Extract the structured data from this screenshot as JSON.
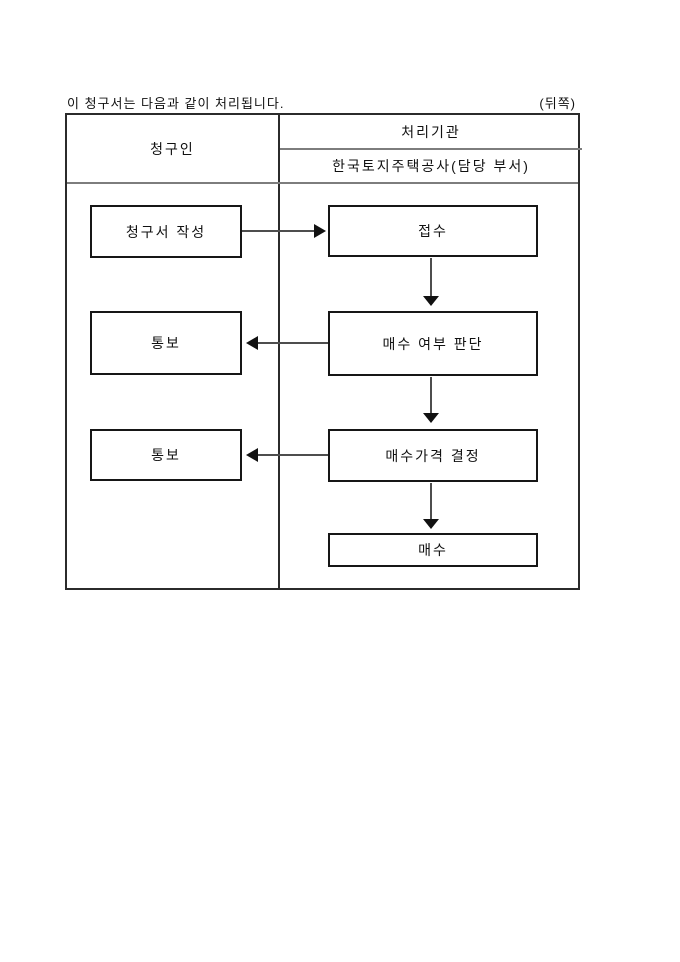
{
  "page": {
    "title": "이 청구서는 다음과 같이 처리됩니다.",
    "side_note": "(뒤쪽)"
  },
  "table": {
    "col_left_header": "청구인",
    "col_right_header": "처리기관",
    "col_right_subheader": "한국토지주택공사(담당 부서)"
  },
  "flowchart": {
    "nodes": [
      {
        "id": "write-request",
        "label": "청구서 작성",
        "column": "청구인",
        "row": 1
      },
      {
        "id": "receipt",
        "label": "접수",
        "column": "처리기관",
        "row": 1
      },
      {
        "id": "notify-1",
        "label": "통보",
        "column": "청구인",
        "row": 2
      },
      {
        "id": "judge-purchase",
        "label": "매수 여부 판단",
        "column": "처리기관",
        "row": 2
      },
      {
        "id": "notify-2",
        "label": "통보",
        "column": "청구인",
        "row": 3
      },
      {
        "id": "decide-price",
        "label": "매수가격 결정",
        "column": "처리기관",
        "row": 3
      },
      {
        "id": "purchase",
        "label": "매수",
        "column": "처리기관",
        "row": 4
      }
    ],
    "edges": [
      {
        "from": "write-request",
        "to": "receipt",
        "direction": "right"
      },
      {
        "from": "receipt",
        "to": "judge-purchase",
        "direction": "down"
      },
      {
        "from": "judge-purchase",
        "to": "notify-1",
        "direction": "left"
      },
      {
        "from": "judge-purchase",
        "to": "decide-price",
        "direction": "down"
      },
      {
        "from": "decide-price",
        "to": "notify-2",
        "direction": "left"
      },
      {
        "from": "decide-price",
        "to": "purchase",
        "direction": "down"
      }
    ]
  },
  "colors": {
    "background": "#ffffff",
    "border_outer": "#2b2b2b",
    "border_node": "#161616",
    "line_header": "#7d7d7d",
    "line_arrow": "#4d4d4d",
    "text": "#111111"
  }
}
